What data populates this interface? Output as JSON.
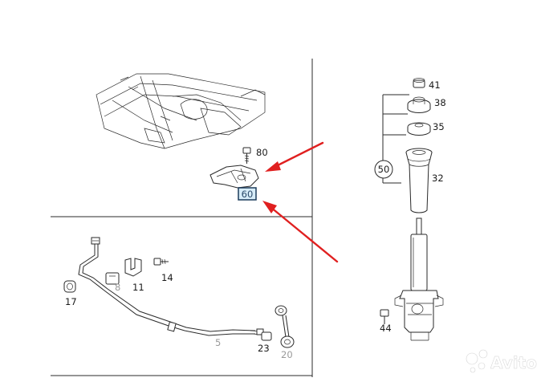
{
  "labels": {
    "p41": "41",
    "p38": "38",
    "p35": "35",
    "p50": "50",
    "p32": "32",
    "p44": "44",
    "p80": "80",
    "p60": "60",
    "p8": "8",
    "p11": "11",
    "p14": "14",
    "p17": "17",
    "p5": "5",
    "p23": "23",
    "p20": "20"
  },
  "watermark": {
    "text": "Avito"
  },
  "colors": {
    "arrow": "#e02020",
    "highlight_fill": "#d6ecf8",
    "highlight_border": "#1b3b5b",
    "line": "#2a2a2a"
  }
}
